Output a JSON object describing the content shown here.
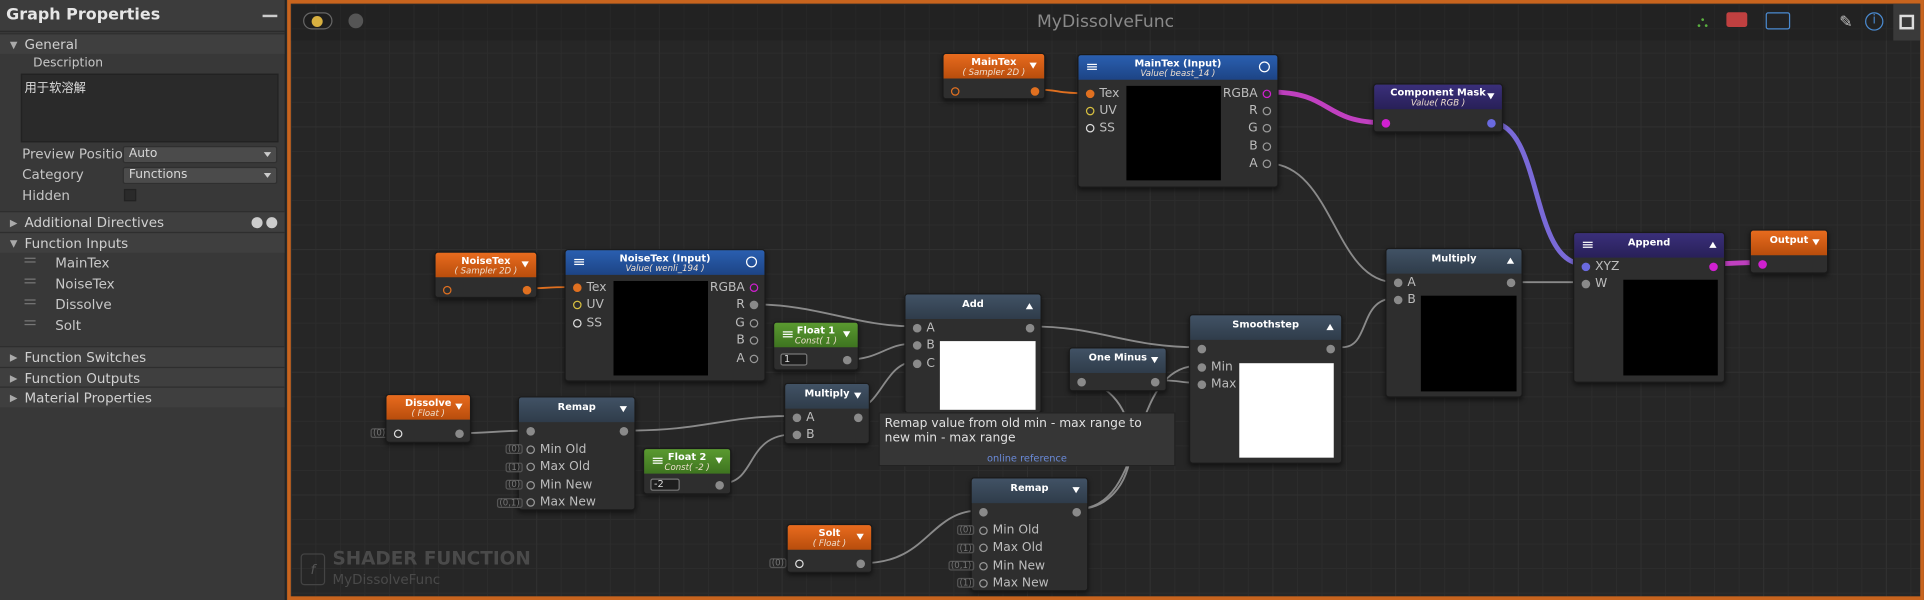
{
  "panel": {
    "title": "Graph Properties",
    "general": "General",
    "description_label": "Description",
    "description": "用于软溶解",
    "preview_position_label": "Preview Position",
    "preview_position": "Auto",
    "category_label": "Category",
    "category": "Functions",
    "hidden_label": "Hidden",
    "additional_directives": "Additional Directives",
    "function_inputs": "Function Inputs",
    "inputs": [
      "MainTex",
      "NoiseTex",
      "Dissolve",
      "Solt"
    ],
    "function_switches": "Function Switches",
    "function_outputs": "Function Outputs",
    "material_properties": "Material Properties"
  },
  "graph": {
    "title": "MyDissolveFunc",
    "watermark_type": "SHADER FUNCTION",
    "watermark_name": "MyDissolveFunc",
    "tooltip": "Remap value from old min - max range to new min - max range",
    "tooltip_link": "online reference"
  },
  "nodes": {
    "maintex": {
      "title": "MainTex",
      "sub": "( Sampler 2D )"
    },
    "maintex_input": {
      "title": "MainTex (Input)",
      "sub": "Value( beast_14 )",
      "ports_in": [
        "Tex",
        "UV",
        "SS"
      ],
      "ports_out": [
        "RGBA",
        "R",
        "G",
        "B",
        "A"
      ]
    },
    "component_mask": {
      "title": "Component Mask",
      "sub": "Value( RGB )"
    },
    "noisetex": {
      "title": "NoiseTex",
      "sub": "( Sampler 2D )"
    },
    "noisetex_input": {
      "title": "NoiseTex (Input)",
      "sub": "Value( wenli_194 )",
      "ports_in": [
        "Tex",
        "UV",
        "SS"
      ],
      "ports_out": [
        "RGBA",
        "R",
        "G",
        "B",
        "A"
      ]
    },
    "float1": {
      "title": "Float 1",
      "sub": "Const( 1 )",
      "value": "1"
    },
    "add": {
      "title": "Add",
      "ports": [
        "A",
        "B",
        "C"
      ]
    },
    "multiply1": {
      "title": "Multiply",
      "ports": [
        "A",
        "B"
      ]
    },
    "multiply2": {
      "title": "Multiply",
      "ports": [
        "A",
        "B"
      ]
    },
    "one_minus": {
      "title": "One Minus"
    },
    "smoothstep": {
      "title": "Smoothstep",
      "ports": [
        "Min",
        "Max"
      ]
    },
    "append": {
      "title": "Append",
      "ports": [
        "XYZ",
        "W"
      ]
    },
    "output": {
      "title": "Output"
    },
    "dissolve": {
      "title": "Dissolve",
      "sub": "( Float )"
    },
    "remap1": {
      "title": "Remap",
      "ports": [
        "Min Old",
        "Max Old",
        "Min New",
        "Max New"
      ]
    },
    "float2": {
      "title": "Float 2",
      "sub": "Const( -2 )",
      "value": "-2"
    },
    "solt": {
      "title": "Solt",
      "sub": "( Float )"
    },
    "remap2": {
      "title": "Remap",
      "ports": [
        "Min Old",
        "Max Old",
        "Min New",
        "Max New"
      ]
    }
  },
  "colors": {
    "accent": "#c8641e",
    "wire_pink": "#c040c0",
    "wire_blue": "#7a6ad8",
    "wire_orange": "#e07020"
  }
}
